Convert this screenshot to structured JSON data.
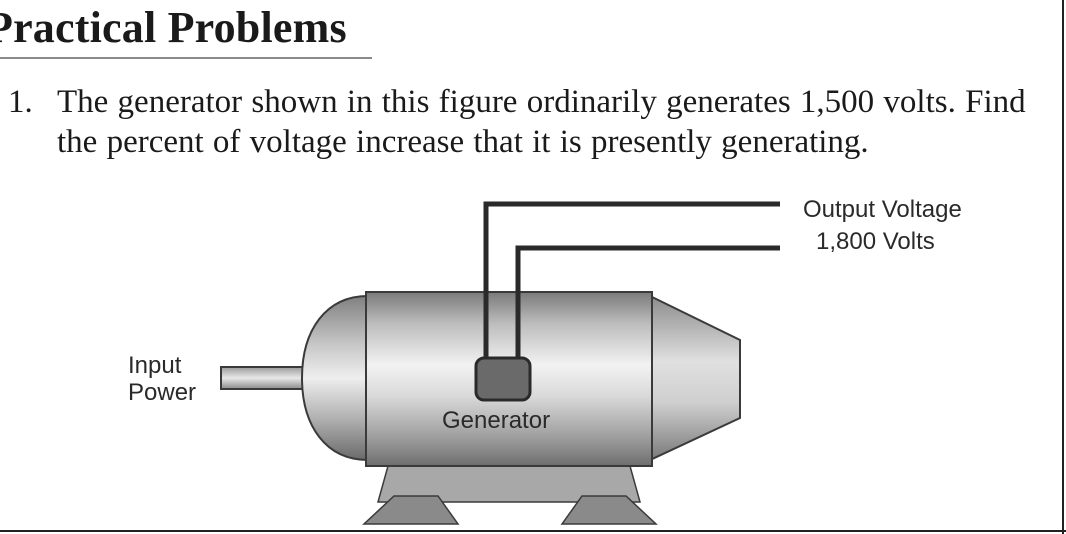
{
  "header": {
    "title": "Practical Problems"
  },
  "problem": {
    "number": "1.",
    "text": "The generator shown in this figure ordinarily generates 1,500 volts. Find the percent of voltage increase that it is presently generating."
  },
  "figure": {
    "output_label": "Output Voltage",
    "output_value": "1,800 Volts",
    "input_label_line1": "Input",
    "input_label_line2": "Power",
    "generator_label": "Generator"
  }
}
